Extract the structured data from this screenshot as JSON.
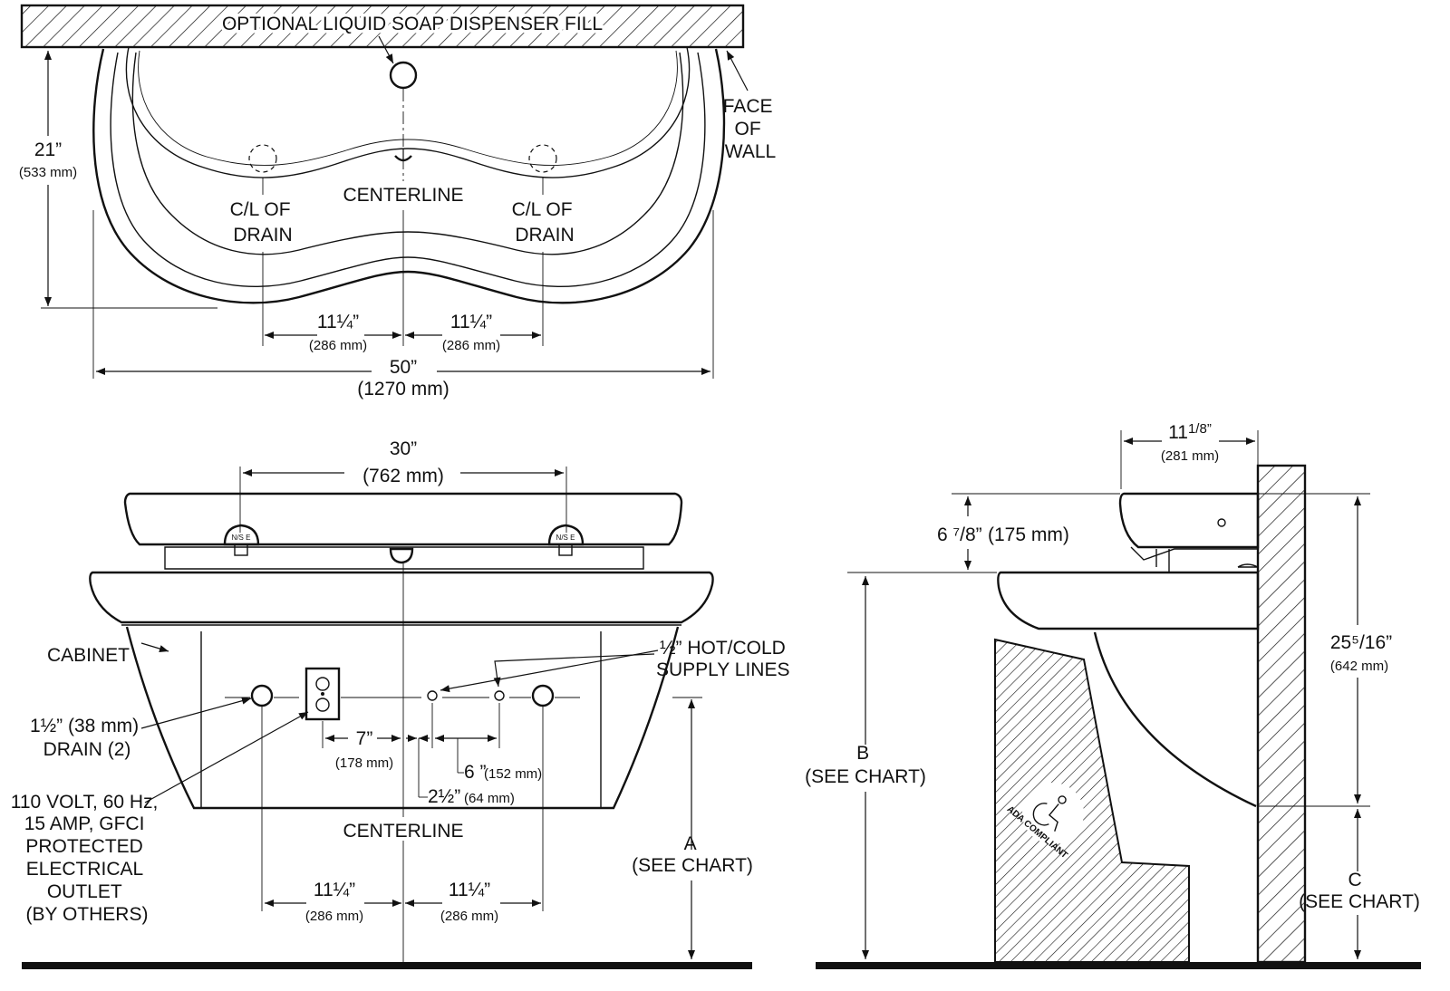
{
  "top_view": {
    "soap_fill": "OPTIONAL LIQUID SOAP DISPENSER FILL",
    "face_of_wall": [
      "FACE",
      "OF",
      "WALL"
    ],
    "centerline": "CENTERLINE",
    "cl_drain_left": [
      "C/L OF",
      "DRAIN"
    ],
    "cl_drain_right": [
      "C/L OF",
      "DRAIN"
    ],
    "depth": {
      "in": "21”",
      "mm": "(533 mm)"
    },
    "left_spacing": {
      "in": "11¼”",
      "mm": "(286 mm)"
    },
    "right_spacing": {
      "in": "11¼”",
      "mm": "(286 mm)"
    },
    "width": {
      "in": "50”",
      "mm": "(1270 mm)"
    }
  },
  "front_view": {
    "faucet_spacing": {
      "in": "30”",
      "mm": "(762 mm)"
    },
    "cabinet": "CABINET",
    "supply_lines": [
      "½” HOT/COLD",
      "SUPPLY LINES"
    ],
    "drain": [
      "1½” (38 mm)",
      "DRAIN (2)"
    ],
    "outlet": [
      "110 VOLT, 60 Hz,",
      "15 AMP, GFCI",
      "PROTECTED",
      "ELECTRICAL",
      "OUTLET",
      "(BY OTHERS)"
    ],
    "dim_7": {
      "in": "7”",
      "mm": "(178 mm)"
    },
    "dim_6": {
      "in": "6 ”",
      "mm": "(152 mm)"
    },
    "dim_2half": {
      "in": "2½”",
      "mm": "(64 mm)"
    },
    "centerline": "CENTERLINE",
    "left_spacing": {
      "in": "11¼”",
      "mm": "(286 mm)"
    },
    "right_spacing": {
      "in": "11¼”",
      "mm": "(286 mm)"
    },
    "dim_a": [
      "A",
      "(SEE CHART)"
    ]
  },
  "side_view": {
    "depth": {
      "in_whole": "11",
      "in_frac": "1/8”",
      "mm": "(281 mm)"
    },
    "deck_height": {
      "in": "6 ⁷/8”",
      "mm": "(175 mm)"
    },
    "dim_b": [
      "B",
      "(SEE CHART)"
    ],
    "dim_total": {
      "in": "25⁵/16”",
      "mm": "(642 mm)"
    },
    "dim_c": [
      "C",
      "(SEE CHART)"
    ],
    "ada_badge": "ADA COMPLIANT"
  }
}
